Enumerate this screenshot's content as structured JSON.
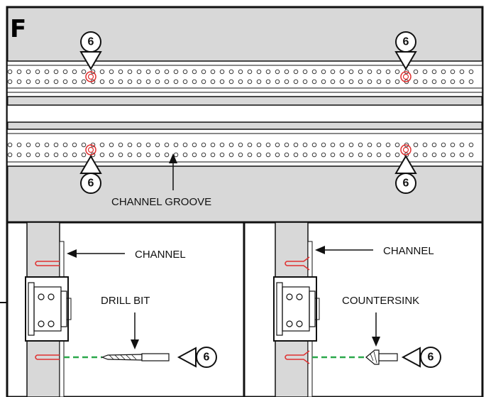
{
  "panel_letter": "F",
  "callout_number": "6",
  "labels": {
    "channel_groove": "CHANNEL GROOVE",
    "channel_left": "CHANNEL",
    "channel_right": "CHANNEL",
    "drill_bit": "DRILL BIT",
    "countersink": "COUNTERSINK"
  },
  "colors": {
    "panel_gray": "#d8d8d8",
    "hole_highlight": "#e03030",
    "dashed_line": "#2aa84a",
    "outline": "#111111"
  }
}
